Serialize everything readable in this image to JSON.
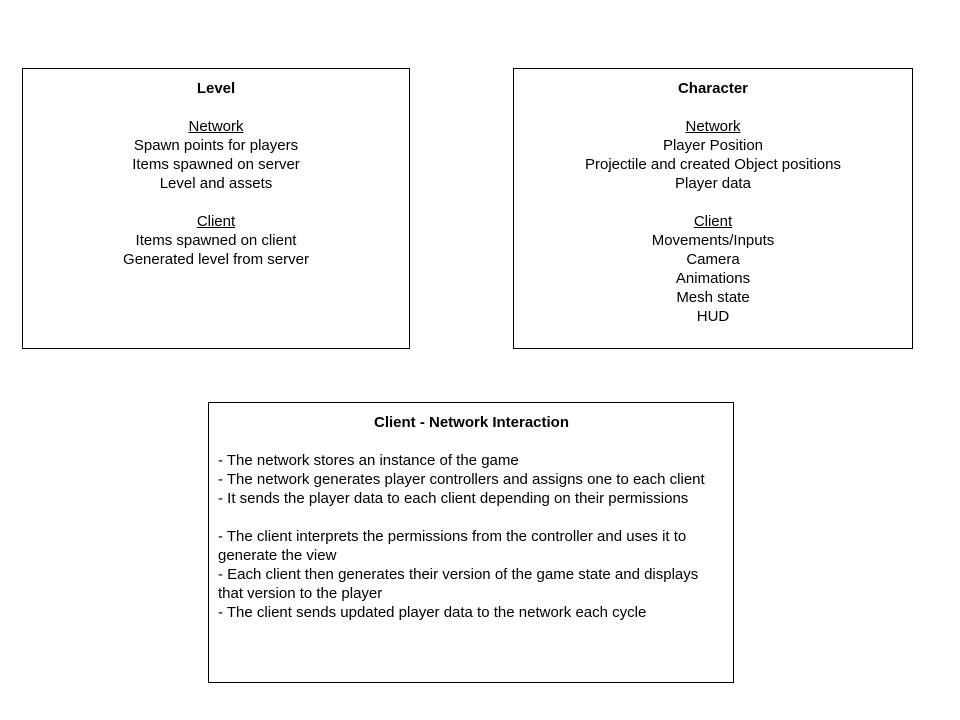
{
  "level": {
    "title": "Level",
    "network_heading": "Network",
    "network_items": [
      "Spawn points for players",
      "Items spawned on server",
      "Level and assets"
    ],
    "client_heading": "Client",
    "client_items": [
      "Items spawned on client",
      "Generated level from server"
    ]
  },
  "character": {
    "title": "Character",
    "network_heading": "Network",
    "network_items": [
      "Player Position",
      "Projectile and created Object positions",
      "Player data"
    ],
    "client_heading": "Client",
    "client_items": [
      "Movements/Inputs",
      "Camera",
      "Animations",
      "Mesh state",
      "HUD"
    ]
  },
  "interaction": {
    "title": "Client - Network Interaction",
    "network_points": [
      "- The network stores an instance of the game",
      "- The network generates player controllers and assigns one to each client",
      "- It sends the player data to each client depending on their permissions"
    ],
    "client_points": [
      "- The client interprets the permissions from the controller and uses it to generate the view",
      "- Each client then generates their version of the game state and displays that version to the player",
      "- The client sends updated player data to the network each cycle"
    ]
  }
}
